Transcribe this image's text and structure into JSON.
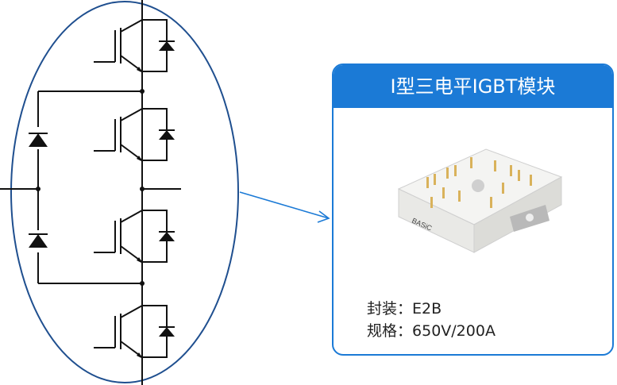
{
  "card": {
    "title": "I型三电平IGBT模块",
    "package_label": "封装：",
    "package_value": "E2B",
    "rating_label": "规格：",
    "rating_value": "650V/200A"
  },
  "product": {
    "marking": "BASiC"
  },
  "colors": {
    "accent": "#1b7ad6",
    "line": "#111111",
    "ellipse": "#1f4f8f"
  },
  "icons": {
    "diode": "diode-icon",
    "igbt": "igbt-icon",
    "module": "module-icon"
  }
}
